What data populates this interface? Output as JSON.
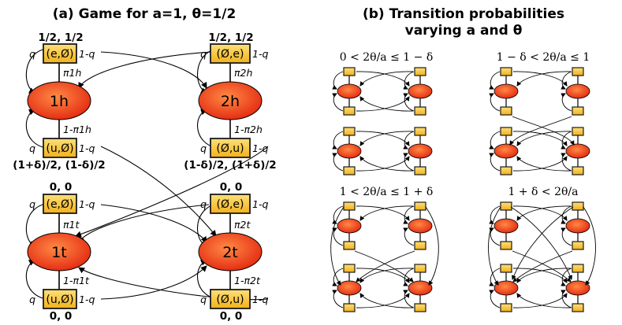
{
  "panel_a": {
    "title": "(a) Game for a=1,  θ=1/2",
    "payoffs": {
      "top_left": "1/2, 1/2",
      "top_right": "1/2, 1/2",
      "mid_left": "(1+δ)/2, (1-δ)/2",
      "mid_right": "(1-δ)/2, (1+δ)/2",
      "low_left": "0, 0",
      "low_right": "0, 0",
      "bottom_left": "0, 0",
      "bottom_right": "0, 0"
    },
    "nodes": {
      "n1h": "1h",
      "n2h": "2h",
      "n1t": "1t",
      "n2t": "2t"
    },
    "boxes": {
      "b1": "(e,Ø)",
      "b2": "(Ø,e)",
      "b3": "(u,Ø)",
      "b4": "(Ø,u)",
      "b5": "(e,Ø)",
      "b6": "(Ø,e)",
      "b7": "(u,Ø)",
      "b8": "(Ø,u)"
    },
    "edge_labels": {
      "q": "q",
      "one_minus_q": "1-q",
      "pi1h": "π1h",
      "pi2h": "π2h",
      "one_minus_pi1h": "1-π1h",
      "one_minus_pi2h": "1-π2h",
      "pi1t": "π1t",
      "pi2t": "π2t",
      "one_minus_pi1t": "1-π1t",
      "one_minus_pi2t": "1-π2t"
    }
  },
  "panel_b": {
    "title_line1": "(b) Transition probabilities",
    "title_line2": "varying a and θ",
    "conditions": {
      "c1": "0 < 2θ/a ≤ 1 − δ",
      "c2": "1 − δ < 2θ/a ≤ 1",
      "c3": "1 < 2θ/a ≤ 1 + δ",
      "c4": "1 + δ < 2θ/a"
    }
  },
  "colors": {
    "node_fill_center": "#ff7a3a",
    "node_fill_edge": "#e3260f",
    "box_fill": "#f9c82a",
    "box_stroke": "#1a1a1a"
  }
}
